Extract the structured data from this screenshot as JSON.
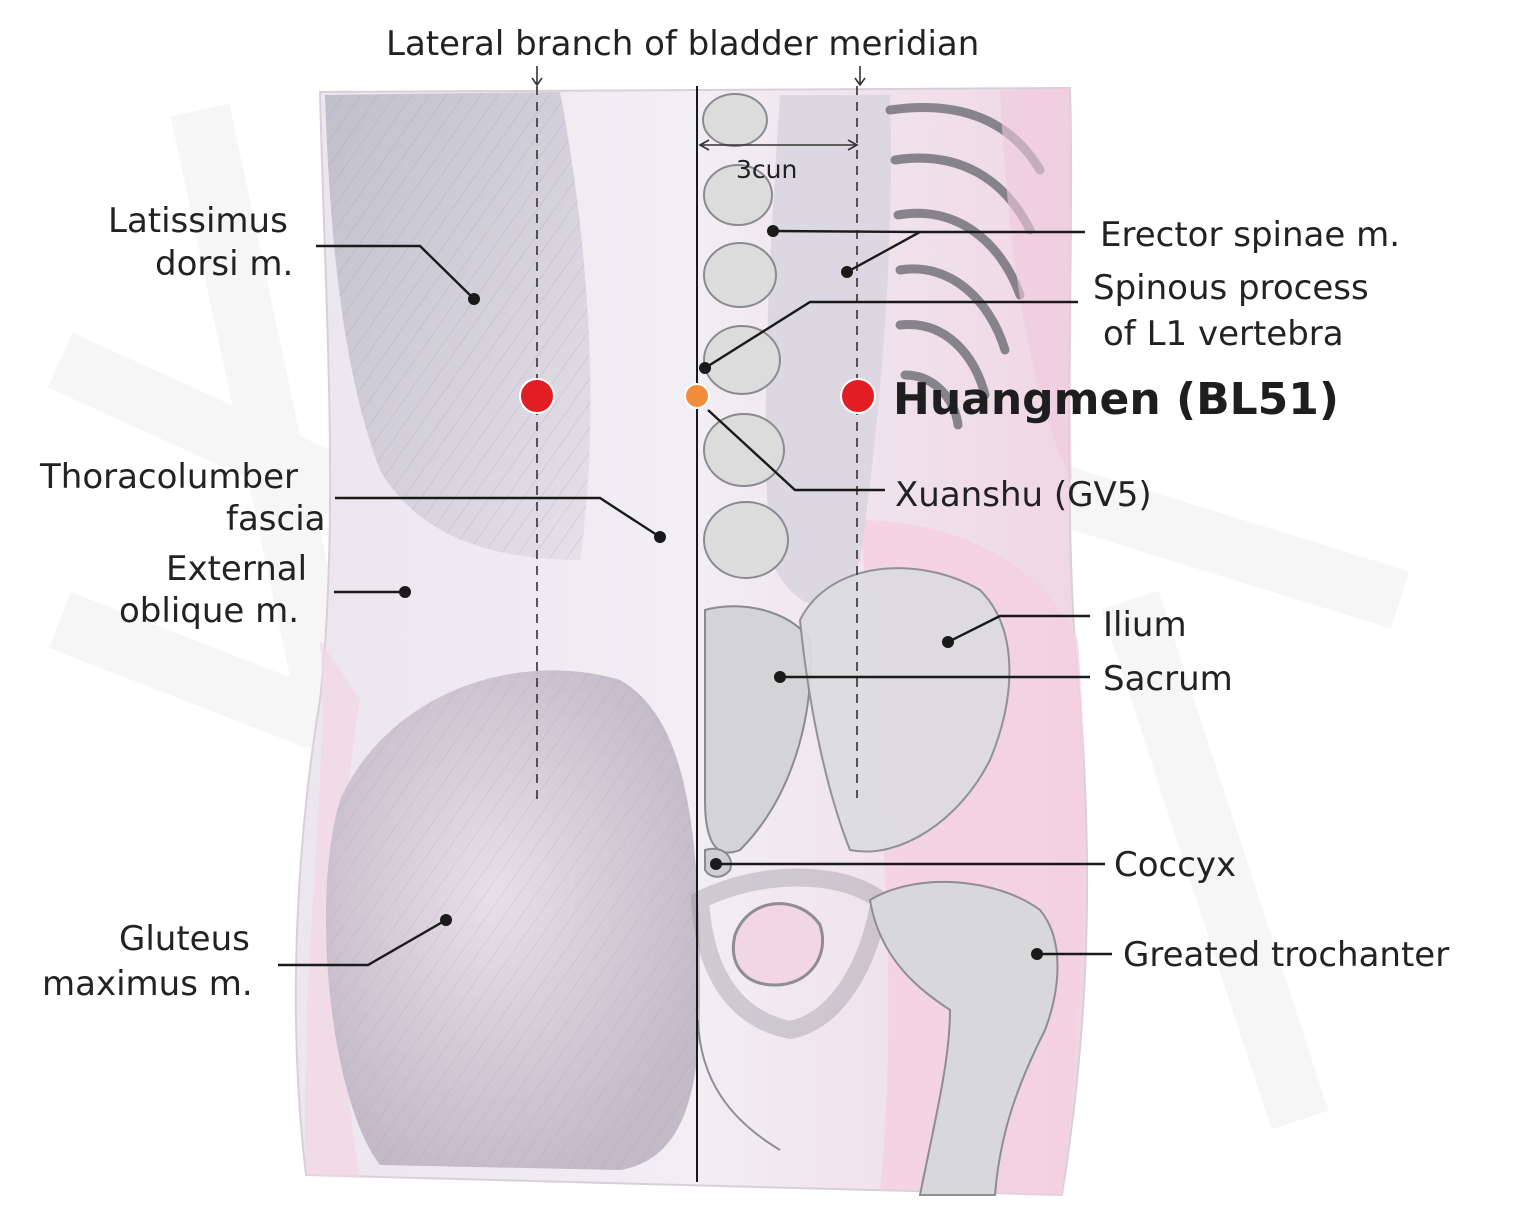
{
  "title": "Lateral branch of bladder meridian",
  "measure": "3cun",
  "points": {
    "main": "Huangmen (BL51)",
    "secondary": "Xuanshu (GV5)"
  },
  "labels_left": {
    "latissimus": [
      "Latissimus",
      "dorsi m."
    ],
    "thoracolumbar": [
      "Thoracolumber",
      "fascia"
    ],
    "external_oblique": [
      "External",
      "oblique m."
    ],
    "gluteus": [
      "Gluteus",
      "maximus m."
    ]
  },
  "labels_right": {
    "erector": "Erector spinae m.",
    "spinous": [
      "Spinous process",
      "of L1 vertebra"
    ],
    "ilium": "Ilium",
    "sacrum": "Sacrum",
    "coccyx": "Coccyx",
    "trochanter": "Greated trochanter"
  },
  "colors": {
    "acupoint": "#e01e24",
    "governor_point": "#f08c3c",
    "skin": "#f3cfe0",
    "muscle": "#cfcfd8"
  }
}
